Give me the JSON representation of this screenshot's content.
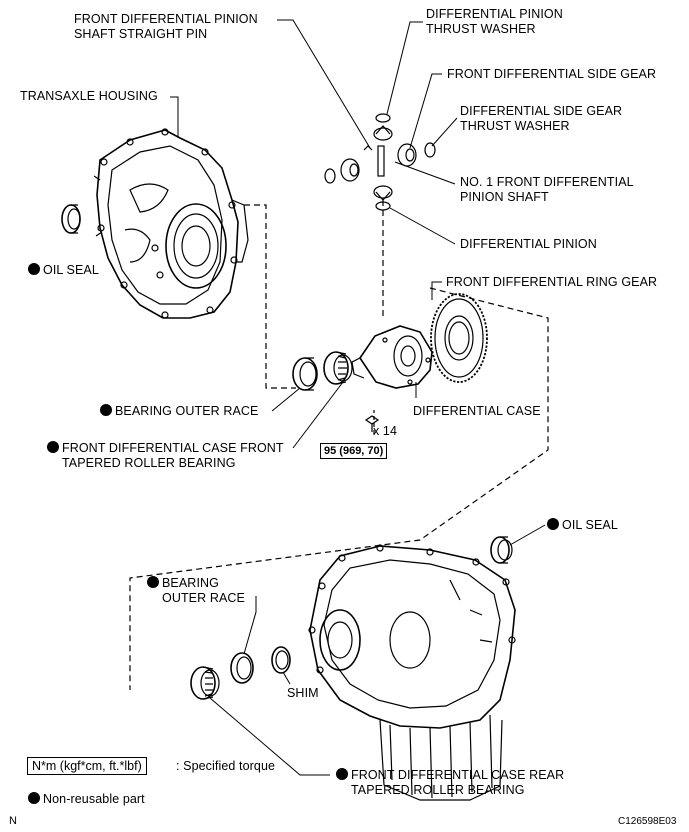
{
  "labels": {
    "pin": [
      "FRONT DIFFERENTIAL PINION",
      "SHAFT STRAIGHT PIN"
    ],
    "pinion_washer": [
      "DIFFERENTIAL PINION",
      "THRUST WASHER"
    ],
    "side_gear": "FRONT DIFFERENTIAL SIDE GEAR",
    "side_washer": [
      "DIFFERENTIAL SIDE GEAR",
      "THRUST WASHER"
    ],
    "housing": "TRANSAXLE HOUSING",
    "pinion_shaft": [
      "NO. 1 FRONT DIFFERENTIAL",
      "PINION SHAFT"
    ],
    "oil_seal_left": "OIL SEAL",
    "pinion": "DIFFERENTIAL PINION",
    "ring_gear": "FRONT DIFFERENTIAL RING GEAR",
    "outer_race_top": "BEARING OUTER RACE",
    "diff_case": "DIFFERENTIAL CASE",
    "front_bearing": [
      "FRONT DIFFERENTIAL CASE FRONT",
      "TAPERED ROLLER BEARING"
    ],
    "bolt_count": "x 14",
    "torque_value": "95 (969, 70)",
    "oil_seal_right": "OIL SEAL",
    "outer_race_bottom": [
      "BEARING",
      "OUTER RACE"
    ],
    "shim": "SHIM",
    "rear_bearing": [
      "FRONT DIFFERENTIAL CASE REAR",
      "TAPERED ROLLER BEARING"
    ]
  },
  "legend": {
    "torque_unit": "N*m (kgf*cm, ft.*lbf)",
    "torque_text": ": Specified torque",
    "nonreusable_text": "Non-reusable part"
  },
  "footer": {
    "letter": "N",
    "code": "C126598E03"
  }
}
